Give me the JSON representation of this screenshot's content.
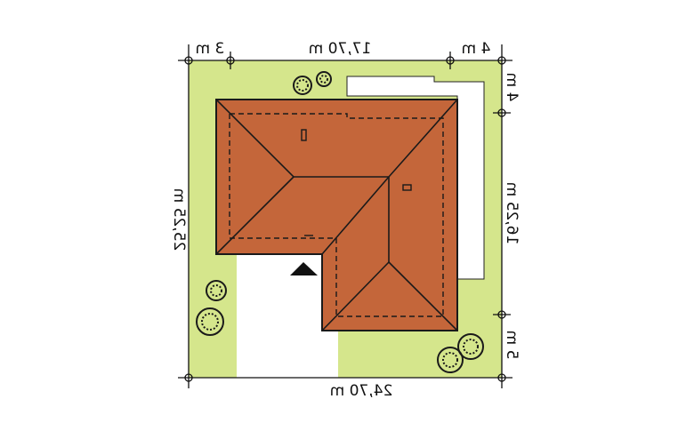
{
  "colors": {
    "lawn": "#d5e68c",
    "roof": "#c4663a",
    "roof_line": "#1a1a1a",
    "paving": "#ffffff",
    "dimension_line": "#111111"
  },
  "dimensions": {
    "top_left": "3 m",
    "top_middle": "17,70 m",
    "top_right": "4 m",
    "bottom": "24,70 m",
    "left": "25,25 m",
    "right_top": "4 m",
    "right_middle": "16,25 m",
    "right_bottom": "5 m"
  },
  "icons": {
    "entrance": "triangle-entrance-icon",
    "trees": "shrub-icon"
  }
}
